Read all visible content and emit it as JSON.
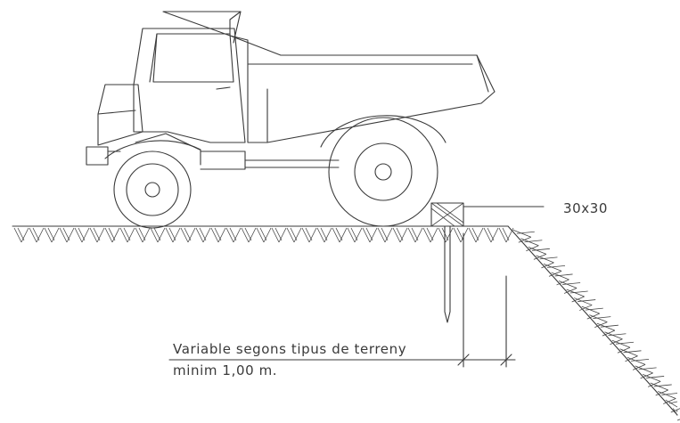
{
  "annotations": {
    "block_size": "30x30",
    "distance_line1": "Variable segons tipus de terreny",
    "distance_line2": "minim 1,00 m."
  },
  "colors": {
    "ink": "#3a3a3a",
    "background": "#ffffff"
  }
}
